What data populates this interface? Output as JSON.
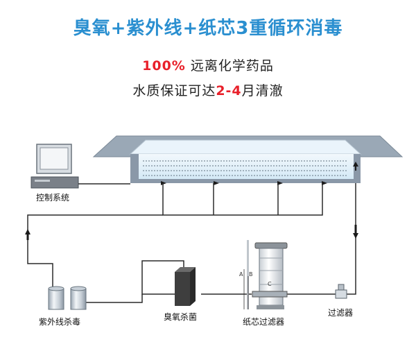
{
  "header": {
    "title": "臭氧+紫外线+纸芯3重循环消毒",
    "line2_highlight": "100%",
    "line2_rest": " 远离化学药品",
    "line3_pre": "水质保证可达",
    "line3_highlight": "2-4",
    "line3_post": "月清澈"
  },
  "labels": {
    "control_system": "控制系统",
    "uv_sterilization": "紫外线杀毒",
    "ozone_sterilization": "臭氧杀菌",
    "paper_filter": "纸芯过滤器",
    "filter": "过滤器",
    "dim_a": "A",
    "dim_b": "B",
    "dim_c": "C"
  },
  "colors": {
    "title_blue": "#2a8fd0",
    "highlight_red": "#e8202a",
    "pool_gray": "#8a98a8",
    "water_blue": "#cfe6f5"
  }
}
